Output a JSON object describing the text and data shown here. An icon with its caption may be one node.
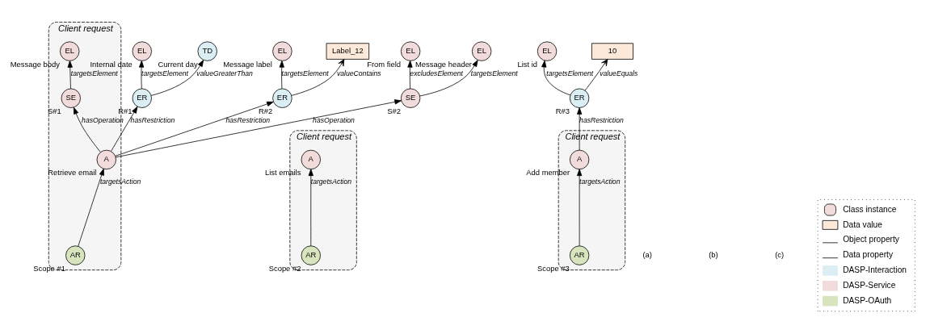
{
  "diagram": {
    "nodes": [
      {
        "text": [
          "Client request"
        ]
      },
      {
        "text": [
          "A"
        ],
        "beside": [
          "Retrieve email"
        ],
        "in": 0
      },
      {
        "text": [
          "AR"
        ],
        "beside": [
          "Scope #1"
        ],
        "in": 0
      },
      {
        "text": [
          "SE"
        ],
        "beside": [
          "S#1"
        ],
        "in": 0
      },
      {
        "text": [
          "EL"
        ],
        "beside": [
          "Message body"
        ],
        "in": 0
      },
      {
        "text": [
          "ER"
        ],
        "beside": [
          "R#1"
        ]
      },
      {
        "text": [
          "ER"
        ],
        "beside": [
          "R#2"
        ]
      },
      {
        "text": [
          "EL"
        ],
        "beside": [
          "Internal date"
        ]
      },
      {
        "text": [
          "TD"
        ],
        "beside": [
          "Current day"
        ]
      },
      {
        "text": [
          "EL"
        ],
        "beside": [
          "Message label"
        ]
      },
      {
        "text": [
          "Label_12"
        ]
      },
      {
        "text": [
          "SE"
        ],
        "beside": [
          "S#2"
        ]
      },
      {
        "text": [
          "EL"
        ],
        "beside": [
          "From field"
        ]
      },
      {
        "text": [
          "EL"
        ],
        "beside": [
          "Message header"
        ]
      },
      {
        "text": [
          "Client request"
        ]
      },
      {
        "text": [
          "A"
        ],
        "beside": [
          "List emails"
        ],
        "in": 14
      },
      {
        "text": [
          "AR"
        ],
        "beside": [
          "Scope #2"
        ],
        "in": 14
      },
      {
        "text": [
          "Client request"
        ]
      },
      {
        "text": [
          "A"
        ],
        "beside": [
          "Add member"
        ],
        "in": 17
      },
      {
        "text": [
          "AR"
        ],
        "beside": [
          "Scope #3"
        ],
        "in": 17
      },
      {
        "text": [
          "ER"
        ],
        "beside": [
          "R#3"
        ]
      },
      {
        "text": [
          "EL"
        ],
        "beside": [
          "List id"
        ]
      },
      {
        "text": [
          "10"
        ]
      }
    ],
    "edges": [
      {
        "from": 2,
        "to": 1,
        "arrow": "to",
        "label": "targetsAction"
      },
      {
        "from": 1,
        "to": 5,
        "arrow": "to",
        "label": "hasRestriction"
      },
      {
        "from": 1,
        "to": 6,
        "arrow": "to",
        "label": "hasRestriction"
      },
      {
        "from": 1,
        "to": 11,
        "arrow": "to",
        "label": "hasOperation"
      },
      {
        "from": 1,
        "to": 3,
        "arrow": "to",
        "label": "hasOperation"
      },
      {
        "from": 3,
        "to": 4,
        "arrow": "to",
        "label": "targetsElement"
      },
      {
        "from": 5,
        "to": 7,
        "arrow": "to",
        "label": "targetsElement"
      },
      {
        "from": 5,
        "to": 8,
        "arrow": "to",
        "label": "valueGreaterThan"
      },
      {
        "from": 6,
        "to": 9,
        "arrow": "to",
        "label": "targetsElement"
      },
      {
        "from": 6,
        "to": 10,
        "arrow": "to",
        "label": "valueContains"
      },
      {
        "from": 11,
        "to": 12,
        "arrow": "to",
        "label": "excludesElement"
      },
      {
        "from": 11,
        "to": 13,
        "arrow": "to",
        "label": "targetsElement"
      },
      {
        "from": 16,
        "to": 15,
        "arrow": "to",
        "label": "targetsAction"
      },
      {
        "from": 19,
        "to": 18,
        "arrow": "to",
        "label": "targetsAction"
      },
      {
        "from": 18,
        "to": 20,
        "arrow": "to",
        "label": "hasRestriction"
      },
      {
        "from": 20,
        "to": 21,
        "arrow": "to",
        "label": "targetsElement"
      },
      {
        "from": 20,
        "to": 22,
        "arrow": "to",
        "label": "valueEquals"
      }
    ],
    "labels": [
      "(a)",
      "(b)",
      "(c)"
    ],
    "legend": [
      {
        "text": "Class instance"
      },
      {
        "text": "Data value"
      },
      {
        "text": "Object property"
      },
      {
        "text": "Data property"
      },
      {
        "text": "DASP-Interaction",
        "color": "#dbeef4"
      },
      {
        "text": "DASP-Service",
        "color": "#f2dcdb"
      },
      {
        "text": "DASP-OAuth",
        "color": "#d7e4bd"
      }
    ]
  }
}
